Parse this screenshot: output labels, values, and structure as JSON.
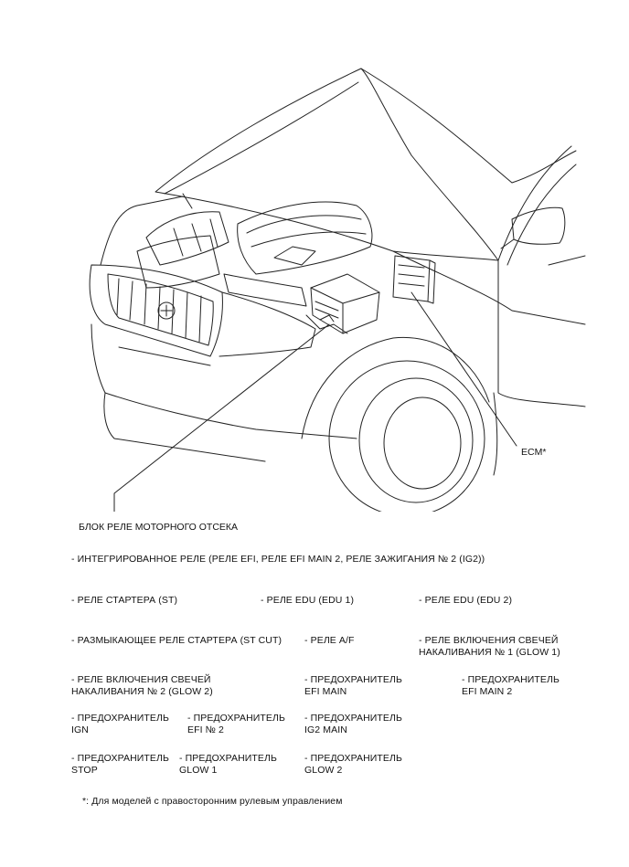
{
  "callouts": {
    "ecm": "ECM*",
    "relay_block": "БЛОК РЕЛЕ МОТОРНОГО ОТСЕКА"
  },
  "items": {
    "integrated_relay": "- ИНТЕГРИРОВАННОЕ РЕЛЕ (РЕЛЕ EFI, РЕЛЕ EFI MAIN 2, РЕЛЕ ЗАЖИГАНИЯ № 2 (IG2))",
    "starter_relay": "- РЕЛЕ СТАРТЕРА (ST)",
    "edu_relay_1": "- РЕЛЕ EDU (EDU 1)",
    "edu_relay_2": "- РЕЛЕ EDU (EDU 2)",
    "st_cut_relay": "- РАЗМЫКАЮЩЕЕ РЕЛЕ СТАРТЕРА (ST CUT)",
    "af_relay": "- РЕЛЕ A/F",
    "glow1_relay": "- РЕЛЕ ВКЛЮЧЕНИЯ СВЕЧЕЙ\nНАКАЛИВАНИЯ № 1 (GLOW 1)",
    "glow2_relay": "- РЕЛЕ ВКЛЮЧЕНИЯ СВЕЧЕЙ\nНАКАЛИВАНИЯ № 2 (GLOW 2)",
    "efi_main_fuse": "- ПРЕДОХРАНИТЕЛЬ\nEFI MAIN",
    "efi_main2_fuse": "- ПРЕДОХРАНИТЕЛЬ\nEFI MAIN 2",
    "ign_fuse": "- ПРЕДОХРАНИТЕЛЬ\nIGN",
    "efi2_fuse": "- ПРЕДОХРАНИТЕЛЬ\nEFI № 2",
    "ig2main_fuse": "- ПРЕДОХРАНИТЕЛЬ\nIG2 MAIN",
    "stop_fuse": "- ПРЕДОХРАНИТЕЛЬ\nSTOP",
    "glow1_fuse": "- ПРЕДОХРАНИТЕЛЬ\nGLOW 1",
    "glow2_fuse": "- ПРЕДОХРАНИТЕЛЬ\nGLOW 2"
  },
  "footnote": "*: Для моделей с правосторонним рулевым управлением",
  "colors": {
    "line": "#222222",
    "background": "#ffffff"
  }
}
